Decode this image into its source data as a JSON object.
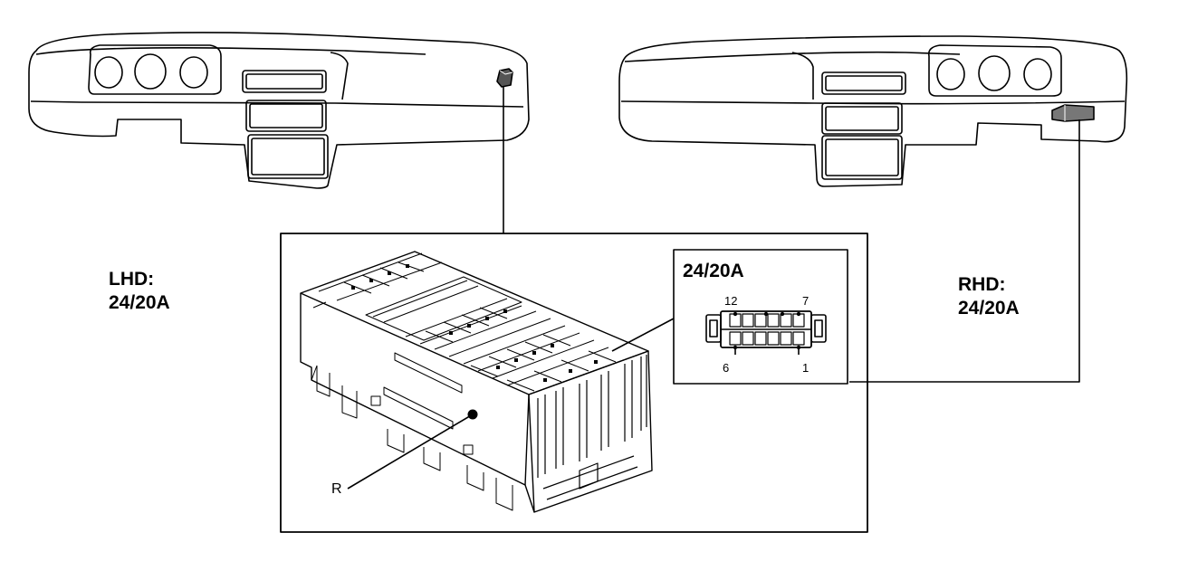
{
  "labels": {
    "lhd_side": "LHD:",
    "lhd_code": "24/20A",
    "rhd_side": "RHD:",
    "rhd_code": "24/20A",
    "connector_title": "24/20A",
    "callout_r": "R"
  },
  "connector_pins": {
    "top_left": "12",
    "top_right": "7",
    "bottom_left": "6",
    "bottom_right": "1"
  }
}
